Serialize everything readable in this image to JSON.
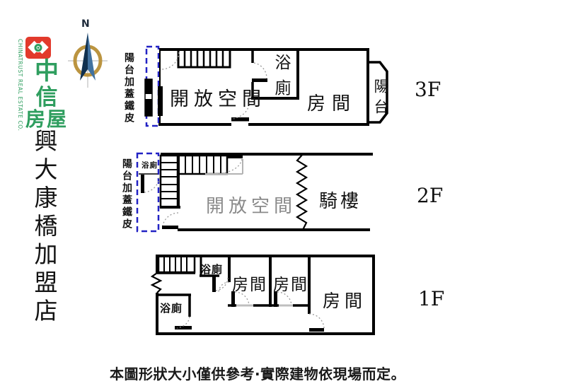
{
  "logo": {
    "emblem": "chinatrust-emblem",
    "company_zh_line1": "中",
    "company_zh_line2": "信",
    "company_zh_line3": "房屋",
    "company_en": "CHINATRUST REAL ESTATE CO.",
    "store_name": "興大康橋加盟店",
    "brand_red": "#e23a2c",
    "brand_green": "#2f9e5f"
  },
  "compass": {
    "north_label": "N"
  },
  "colors": {
    "wall": "#000000",
    "dashed_annex": "#2222c4",
    "faded_label": "#8a8a8a",
    "door_arc": "#999999"
  },
  "floors": [
    {
      "label": "3F",
      "left_note": "陽台加蓋鐵皮",
      "rooms": {
        "open_space": "開放空間",
        "bath": "浴廁",
        "room": "房間",
        "balcony": "陽台"
      }
    },
    {
      "label": "2F",
      "left_note": "陽台加蓋鐵皮",
      "rooms": {
        "bath": "浴廁",
        "open_space": "開放空間",
        "arcade": "騎樓"
      }
    },
    {
      "label": "1F",
      "rooms": {
        "bath_top": "浴廁",
        "room1": "房間",
        "room2": "房間",
        "room3": "房間",
        "bath_bottom": "浴廁"
      }
    }
  ],
  "disclaimer": "本圖形狀大小僅供參考·實際建物依現場而定。"
}
